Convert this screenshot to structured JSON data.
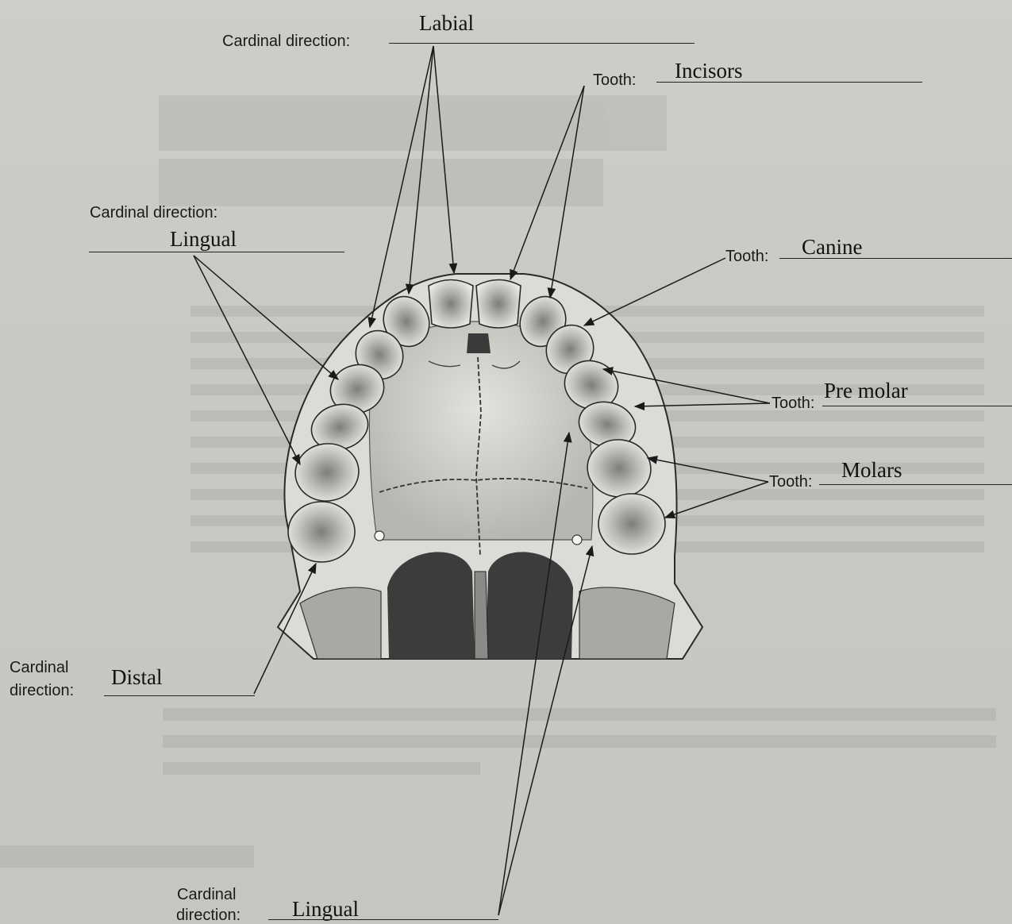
{
  "labels": {
    "cardinal": "Cardinal direction:",
    "cardinal_line1": "Cardinal",
    "cardinal_line2": "direction:",
    "tooth": "Tooth:"
  },
  "answers": {
    "labial": "Labial",
    "incisors": "Incisors",
    "lingual_top": "Lingual",
    "canine": "Canine",
    "premolar": "Pre molar",
    "molars": "Molars",
    "distal": "Distal",
    "lingual_bottom": "Lingual"
  }
}
